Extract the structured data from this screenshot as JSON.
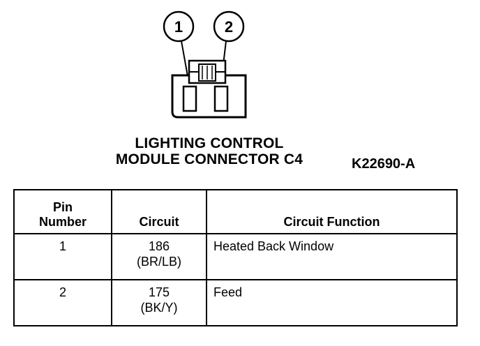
{
  "diagram": {
    "pin_callouts": [
      "1",
      "2"
    ],
    "title_line1": "LIGHTING CONTROL",
    "title_line2": "MODULE CONNECTOR C4",
    "figure_id": "K22690-A"
  },
  "table": {
    "headers": {
      "pin_line1": "Pin",
      "pin_line2": "Number",
      "circuit": "Circuit",
      "function": "Circuit Function"
    },
    "rows": [
      {
        "pin": "1",
        "circuit": "186",
        "color": "(BR/LB)",
        "function": "Heated Back Window"
      },
      {
        "pin": "2",
        "circuit": "175",
        "color": "(BK/Y)",
        "function": "Feed"
      }
    ]
  }
}
